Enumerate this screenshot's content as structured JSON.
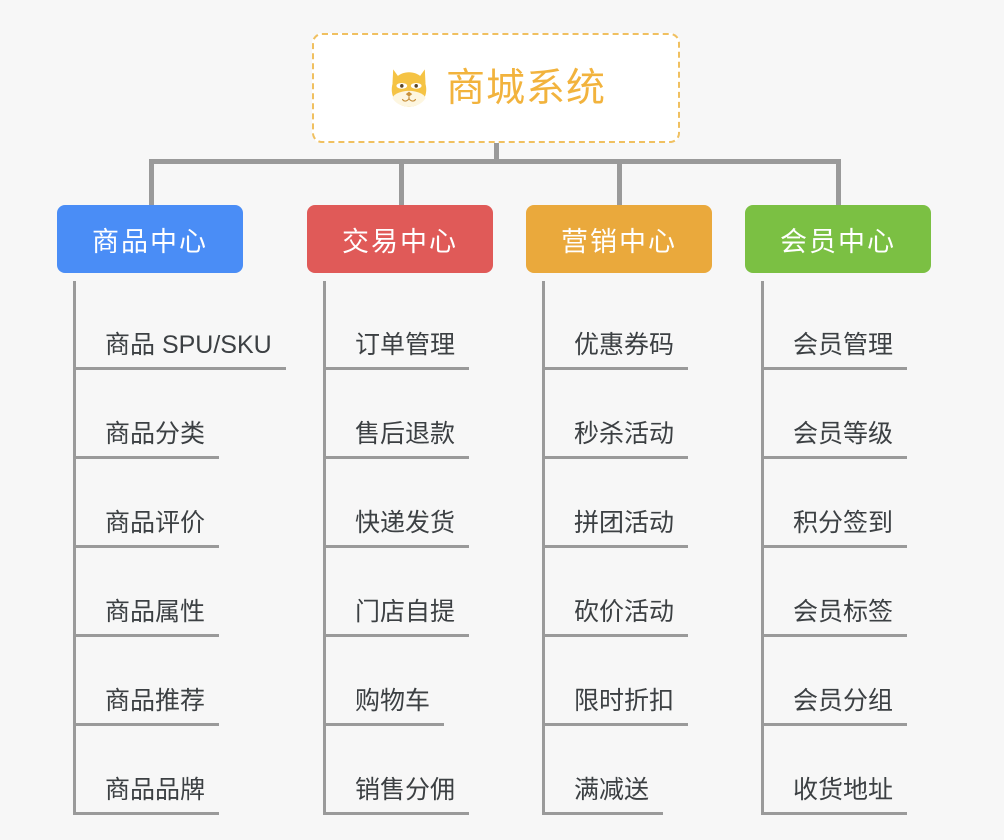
{
  "background_color": "#f7f7f7",
  "root": {
    "title": "商城系统",
    "logo_icon": "shiba-inu-dog-face-icon",
    "border_color": "#f0c060",
    "title_color": "#f2b33d",
    "background": "#ffffff"
  },
  "connector_color": "#9a9a9a",
  "columns": [
    {
      "id": "product-center",
      "title": "商品中心",
      "color": "#4a8df6",
      "items": [
        "商品 SPU/SKU",
        "商品分类",
        "商品评价",
        "商品属性",
        "商品推荐",
        "商品品牌"
      ]
    },
    {
      "id": "transaction-center",
      "title": "交易中心",
      "color": "#e05a58",
      "items": [
        "订单管理",
        "售后退款",
        "快递发货",
        "门店自提",
        "购物车",
        "销售分佣"
      ]
    },
    {
      "id": "marketing-center",
      "title": "营销中心",
      "color": "#eaa93c",
      "items": [
        "优惠券码",
        "秒杀活动",
        "拼团活动",
        "砍价活动",
        "限时折扣",
        "满减送"
      ]
    },
    {
      "id": "member-center",
      "title": "会员中心",
      "color": "#7bc043",
      "items": [
        "会员管理",
        "会员等级",
        "积分签到",
        "会员标签",
        "会员分组",
        "收货地址"
      ]
    }
  ]
}
